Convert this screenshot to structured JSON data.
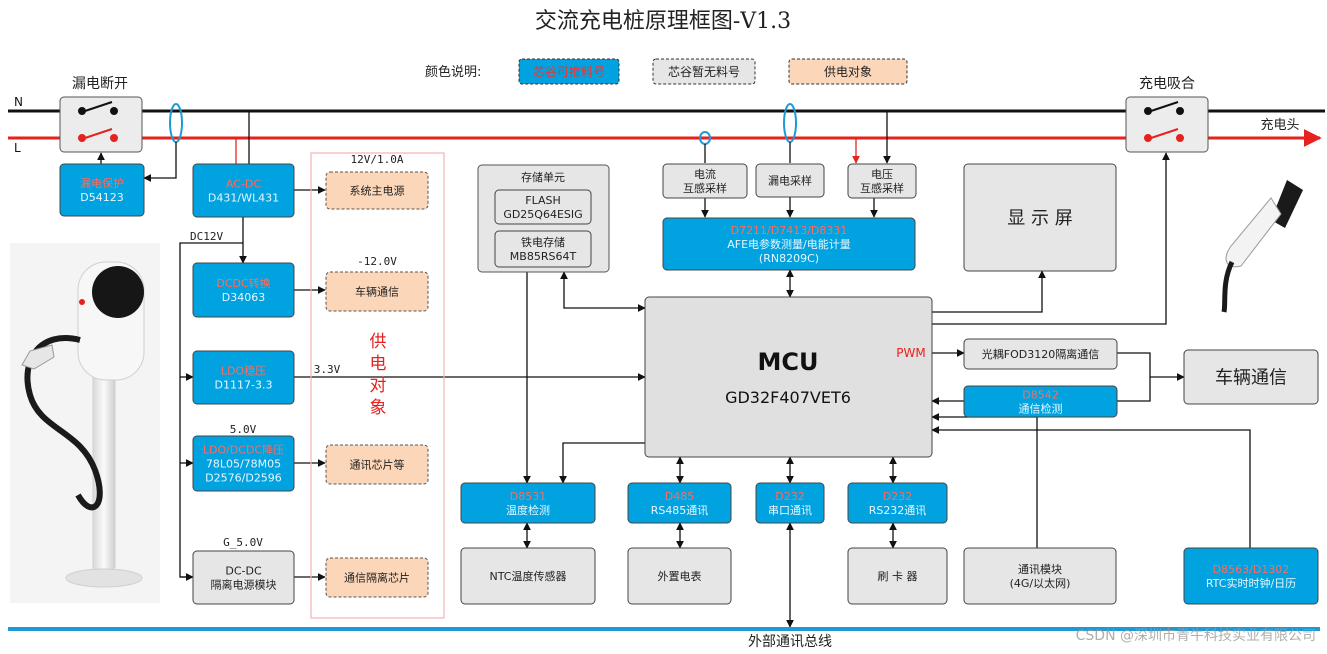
{
  "title": "交流充电桩原理框图-V1.3",
  "legend": {
    "label": "颜色说明:",
    "items": [
      {
        "text": "芯谷可推料号",
        "color": "#00a3e0"
      },
      {
        "text": "芯谷暂无料号",
        "color": "#e6e6e6"
      },
      {
        "text": "供电对象",
        "color": "#fbd6b8"
      }
    ]
  },
  "lines": {
    "n_label": "N",
    "l_label": "L",
    "n_color": "#111111",
    "l_color": "#e6221e",
    "bus_color": "#1c9ad6"
  },
  "switch_left_label": "漏电断开",
  "switch_right_label": "充电吸合",
  "plug_label": "充电头",
  "blocks": {
    "leak_protect": [
      "漏电保护",
      "D54123"
    ],
    "acdc": [
      "AC-DC",
      "D431/WL431"
    ],
    "dcdc": [
      "DCDC转换",
      "D34063"
    ],
    "ldo": [
      "LDO稳压",
      "D1117-3.3"
    ],
    "ldo_dcdc": [
      "LDO/DCDC降压",
      "78L05/78M05",
      "D2576/D2596"
    ],
    "iso_dcdc": [
      "DC-DC",
      "隔离电源模块"
    ],
    "sys_power": [
      "系统主电源"
    ],
    "vehicle_comm": [
      "车辆通信"
    ],
    "comm_chip": [
      "通讯芯片等"
    ],
    "iso_chip": [
      "通信隔离芯片"
    ],
    "storage_title": "存储单元",
    "flash": [
      "FLASH",
      "GD25Q64ESIG"
    ],
    "fram": [
      "铁电存储",
      "MB85RS64T"
    ],
    "cur_sample": [
      "电流",
      "互感采样"
    ],
    "leak_sample": [
      "漏电采样"
    ],
    "volt_sample": [
      "电压",
      "互感采样"
    ],
    "afe": [
      "D7211/D7413/D8331",
      "AFE电参数测量/电能计量",
      "(RN8209C)"
    ],
    "display": [
      "显 示 屏"
    ],
    "mcu": [
      "MCU",
      "GD32F407VET6"
    ],
    "pwm": "PWM",
    "optocoupler": [
      "光耦FOD3120隔离通信"
    ],
    "comm_detect": [
      "D8542",
      "通信检测"
    ],
    "vehicle_comm_right": [
      "车辆通信"
    ],
    "temp_detect": [
      "D8531",
      "温度检测"
    ],
    "rs485": [
      "D485",
      "RS485通讯"
    ],
    "uart": [
      "D232",
      "串口通讯"
    ],
    "rs232": [
      "D232",
      "RS232通讯"
    ],
    "ntc": [
      "NTC温度传感器"
    ],
    "meter": [
      "外置电表"
    ],
    "card": [
      "刷 卡 器"
    ],
    "comm_module": [
      "通讯模块",
      "(4G/以太网)"
    ],
    "rtc": [
      "D8563/D1302",
      "RTC实时时钟/日历"
    ]
  },
  "rails": {
    "v12_1a": "12V/1.0A",
    "dc12v": "DC12V",
    "neg12": "-12.0V",
    "v33": "3.3V",
    "v50": "5.0V",
    "g50": "G_5.0V"
  },
  "supply_object": "供电对象",
  "bus_label": "外部通讯总线",
  "watermark": "CSDN @深圳市青牛科技实业有限公司"
}
